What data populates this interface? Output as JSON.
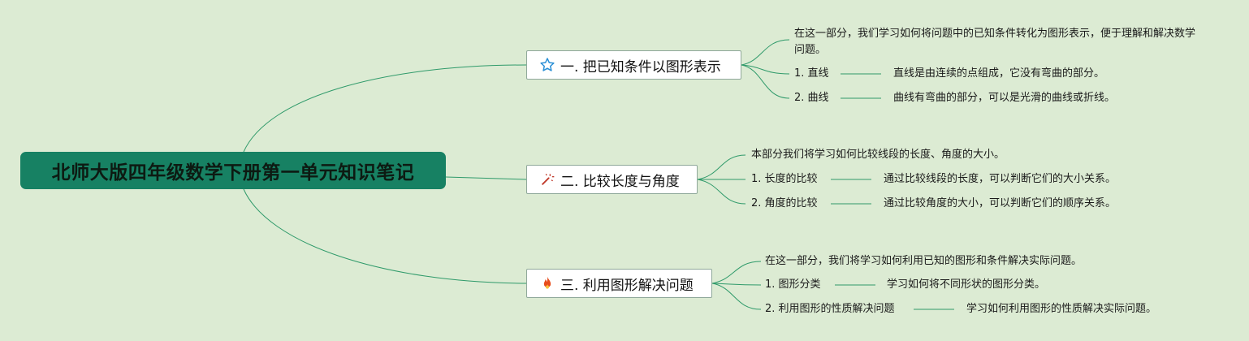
{
  "root": {
    "title": "北师大版四年级数学下册第一单元知识笔记"
  },
  "branches": [
    {
      "label": "一. 把已知条件以图形表示",
      "icon": "star-icon",
      "intro": "在这一部分，我们学习如何将问题中的已知条件转化为图形表示，便于理解和解决数学问题。",
      "items": [
        {
          "term": "1. 直线",
          "desc": "直线是由连续的点组成，它没有弯曲的部分。"
        },
        {
          "term": "2. 曲线",
          "desc": "曲线有弯曲的部分，可以是光滑的曲线或折线。"
        }
      ]
    },
    {
      "label": "二. 比较长度与角度",
      "icon": "magic-wand-icon",
      "intro": "本部分我们将学习如何比较线段的长度、角度的大小。",
      "items": [
        {
          "term": "1. 长度的比较",
          "desc": "通过比较线段的长度，可以判断它们的大小关系。"
        },
        {
          "term": "2. 角度的比较",
          "desc": "通过比较角度的大小，可以判断它们的顺序关系。"
        }
      ]
    },
    {
      "label": "三. 利用图形解决问题",
      "icon": "fire-icon",
      "intro": "在这一部分，我们将学习如何利用已知的图形和条件解决实际问题。",
      "items": [
        {
          "term": "1. 图形分类",
          "desc": "学习如何将不同形状的图形分类。"
        },
        {
          "term": "2. 利用图形的性质解决问题",
          "desc": "学习如何利用图形的性质解决实际问题。"
        }
      ]
    }
  ],
  "colors": {
    "background": "#dcebd3",
    "root_fill": "#178163",
    "connector": "#2f9a6a"
  }
}
